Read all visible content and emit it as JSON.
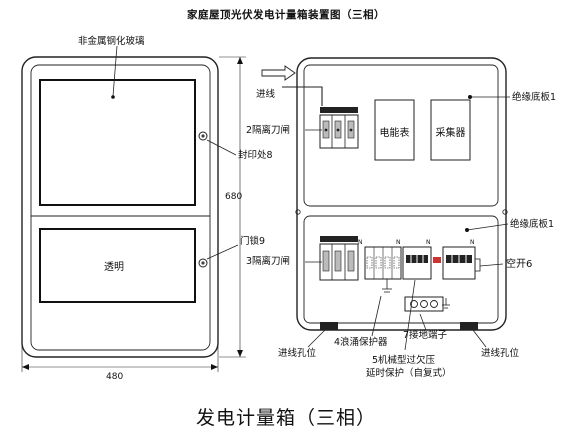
{
  "diagram": {
    "title": "家庭屋顶光伏发电计量箱装置图（三相）",
    "caption": "发电计量箱（三相）",
    "labels": {
      "glass": "非金属钢化玻璃",
      "seal": "封印处8",
      "lock": "门锁9",
      "transparent": "透明",
      "height_dim": "680",
      "width_dim": "480",
      "inlet": "进线",
      "insulating_board_top": "绝缘底板1",
      "insulating_board_mid": "绝缘底板1",
      "isolator_2": "2隔离刀闸",
      "isolator_3": "3隔离刀闸",
      "meter": "电能表",
      "collector": "采集器",
      "air_switch": "空开6",
      "surge": "4浪涌保护器",
      "ground_terminal": "7接地端子",
      "inlet_hole_left": "进线孔位",
      "inlet_hole_right": "进线孔位",
      "mech_protect_1": "5机械型过欠压",
      "mech_protect_2": "延时保护（自复式）",
      "n_mark": "N"
    }
  }
}
